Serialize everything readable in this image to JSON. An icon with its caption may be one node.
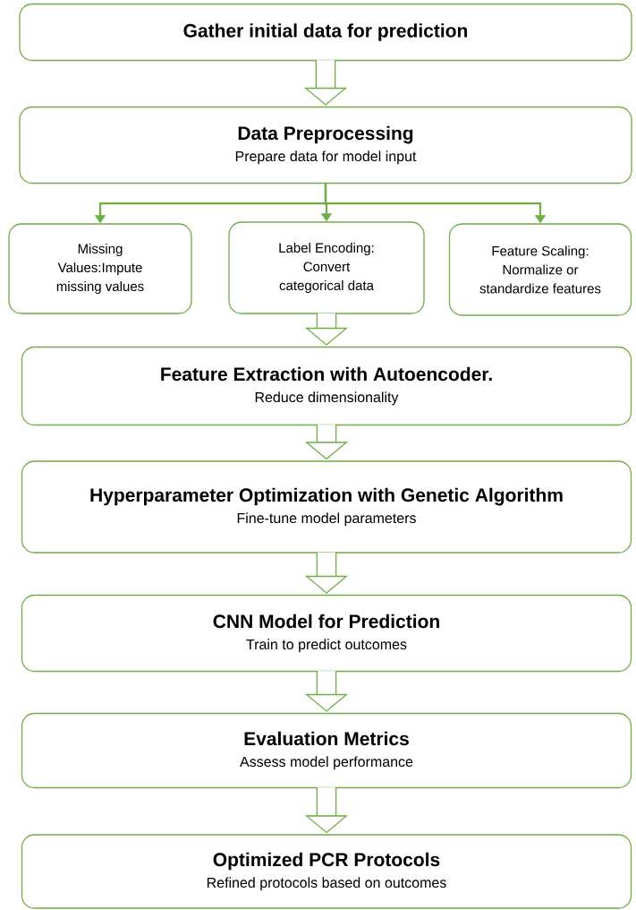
{
  "diagram": {
    "nodes": [
      {
        "text": [
          "Gather initial data for prediction"
        ]
      },
      {
        "text": [
          "Data Preprocessing",
          "Prepare data for model input"
        ]
      },
      {
        "text": [
          "Missing Values:Impute missing values"
        ]
      },
      {
        "text": [
          "Label Encoding: Convert categorical data"
        ]
      },
      {
        "text": [
          "Feature Scaling: Normalize or standardize features"
        ]
      },
      {
        "text": [
          "Feature Extraction with Autoencoder.",
          "Reduce dimensionality"
        ]
      },
      {
        "text": [
          "Hyperparameter Optimization with Genetic Algorithm",
          "Fine-tune model parameters"
        ]
      },
      {
        "text": [
          "CNN Model for Prediction",
          "Train to predict outcomes"
        ]
      },
      {
        "text": [
          "Evaluation Metrics",
          "Assess model performance"
        ]
      },
      {
        "text": [
          "Optimized PCR Protocols",
          "Refined protocols based on outcomes"
        ]
      }
    ],
    "edges": [
      {
        "from": 0,
        "to": 1,
        "arrow": "to"
      },
      {
        "from": 1,
        "to": 2,
        "arrow": "to"
      },
      {
        "from": 1,
        "to": 3,
        "arrow": "to"
      },
      {
        "from": 1,
        "to": 4,
        "arrow": "to"
      },
      {
        "from": 3,
        "to": 5,
        "arrow": "to"
      },
      {
        "from": 5,
        "to": 6,
        "arrow": "to"
      },
      {
        "from": 6,
        "to": 7,
        "arrow": "to"
      },
      {
        "from": 7,
        "to": 8,
        "arrow": "to"
      },
      {
        "from": 8,
        "to": 9,
        "arrow": "to"
      }
    ]
  }
}
